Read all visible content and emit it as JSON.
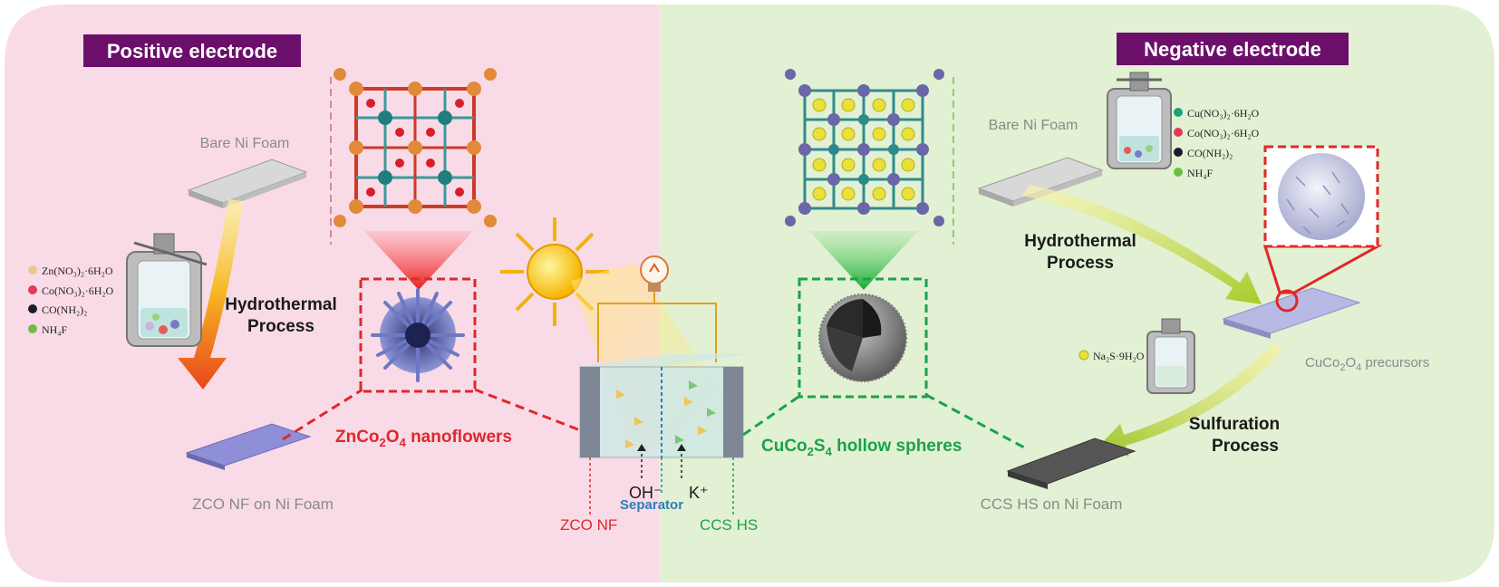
{
  "colors": {
    "left_panel": "#f9dbe7",
    "right_panel": "#e2f0d3",
    "title_bg": "#6b0f6b",
    "zco_red": "#e02828",
    "ccs_green": "#1aa34a",
    "separator_blue": "#2d7fb8",
    "gray_text": "#8a8a8a"
  },
  "left": {
    "title": "Positive electrode",
    "bare_foam": "Bare Ni Foam",
    "process_line1": "Hydrothermal",
    "process_line2": "Process",
    "reagents": [
      "Zn(NO₃)₂·6H₂O",
      "Co(NO₃)₂·6H₂O",
      "CO(NH₂)₂",
      "NH₄F"
    ],
    "product_main": "ZnCo",
    "product_sub": "2",
    "product_o": "O",
    "product_sub2": "4",
    "product_tail": " nanoflowers",
    "foam_label": "ZCO NF on Ni Foam"
  },
  "right": {
    "title": "Negative electrode",
    "bare_foam": "Bare Ni Foam",
    "process_line1": "Hydrothermal",
    "process_line2": "Process",
    "reagents": [
      "Cu(NO₃)₂·6H₂O",
      "Co(NO₃)₂·6H₂O",
      "CO(NH₂)₂",
      "NH₄F"
    ],
    "sulf_reagent": "Na₂S·9H₂O",
    "precursor_main": "CuCo",
    "precursor_sub": "2",
    "precursor_o": "O",
    "precursor_sub2": "4",
    "precursor_tail": " precursors",
    "sulf_line1": "Sulfuration",
    "sulf_line2": "Process",
    "product_main": "CuCo",
    "product_sub": "2",
    "product_s": "S",
    "product_sub2": "4",
    "product_tail": " hollow spheres",
    "foam_label": "CCS HS on Ni Foam"
  },
  "device": {
    "oh_label": "OH⁻",
    "k_label": "K⁺",
    "separator": "Separator",
    "zco": "ZCO NF",
    "ccs": "CCS HS"
  },
  "icons": [
    "sun-icon",
    "light-bulb-icon",
    "autoclave-icon",
    "nanoflower-icon",
    "hollow-sphere-icon",
    "crystal-lattice-icon"
  ]
}
